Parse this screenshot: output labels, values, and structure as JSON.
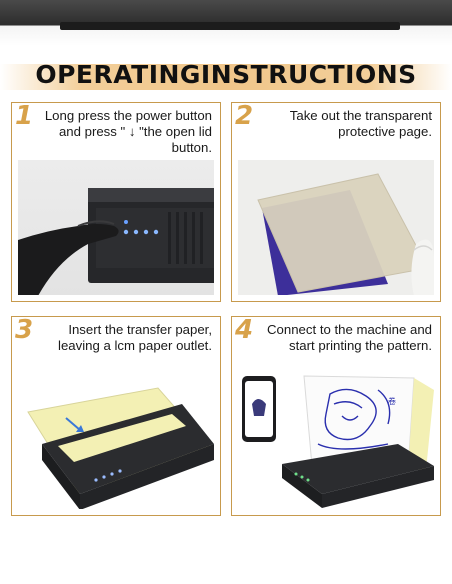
{
  "header": {
    "title": "OPERATINGINSTRUCTIONS"
  },
  "steps": [
    {
      "number": "1",
      "text": "Long press the power button and press \" ↓ \"the open lid button."
    },
    {
      "number": "2",
      "text": "Take out the transparent protective page."
    },
    {
      "number": "3",
      "text": "Insert the transfer paper, leaving a lcm paper outlet."
    },
    {
      "number": "4",
      "text": "Connect to the machine and start printing the pattern."
    }
  ],
  "colors": {
    "accent": "#d8a24a",
    "border": "#c79a4d",
    "printer": "#2a2b2d",
    "carbon_sheet": "#3d2f9a",
    "transfer_paper": "#f3f0b4"
  }
}
